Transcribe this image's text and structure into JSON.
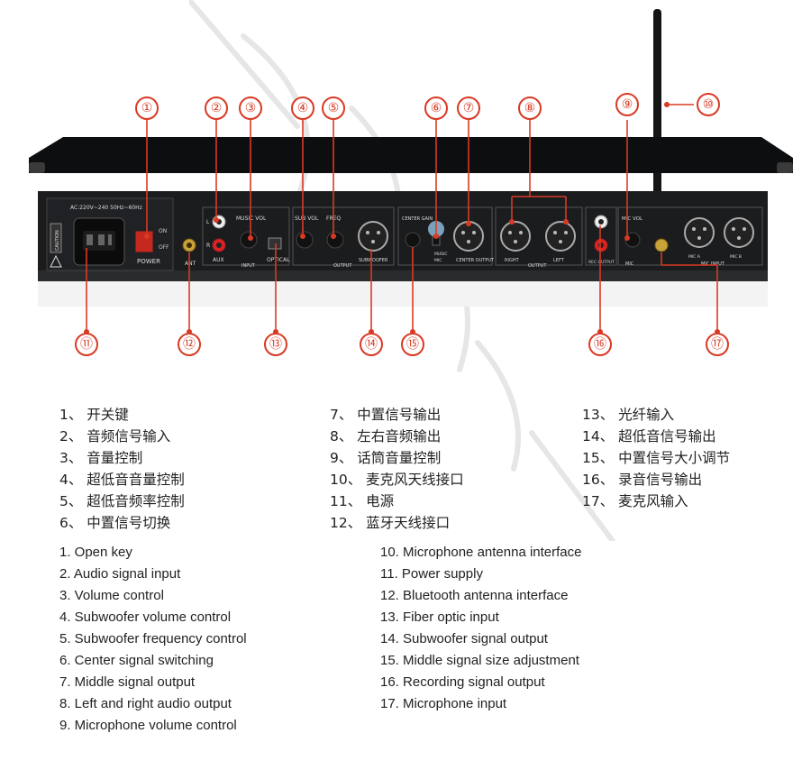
{
  "device": {
    "panel_labels": {
      "power_rating": "AC:220V~240 50Hz~60Hz",
      "caution": "CAUTION",
      "power": "POWER",
      "on": "ON",
      "off": "OFF",
      "ant": "ANT",
      "music_vol": "MUSIC VOL",
      "aux": "AUX",
      "input": "INPUT",
      "optical": "OPTICAL",
      "sub_vol": "SUB VOL",
      "freq": "FREQ",
      "output": "OUTPUT",
      "subwoofer": "SUBWOOFER",
      "center_gain": "CENTER GAIN",
      "music": "MUSIC",
      "mic": "MIC",
      "center_output": "CENTER OUTPUT",
      "right": "RIGHT",
      "left": "LEFT",
      "rec_output": "REC OUTPUT",
      "mic_vol": "MIC VOL",
      "mic_input": "MIC INPUT",
      "mic_a": "MIC A",
      "mic_b": "MIC B",
      "l": "L",
      "r": "R"
    }
  },
  "callouts": [
    "①",
    "②",
    "③",
    "④",
    "⑤",
    "⑥",
    "⑦",
    "⑧",
    "⑨",
    "⑩",
    "⑪",
    "⑫",
    "⑬",
    "⑭",
    "⑮",
    "⑯",
    "⑰"
  ],
  "legend_zh": [
    "1、 开关键",
    "2、 音频信号输入",
    "3、 音量控制",
    "4、 超低音音量控制",
    "5、 超低音频率控制",
    "6、 中置信号切换",
    "7、 中置信号输出",
    "8、 左右音频输出",
    "9、 话筒音量控制",
    "10、 麦克风天线接口",
    "11、 电源",
    "12、 蓝牙天线接口",
    "13、 光纤输入",
    "14、 超低音信号输出",
    "15、 中置信号大小调节",
    "16、 录音信号输出",
    "17、 麦克风输入"
  ],
  "legend_en": [
    "1. Open key",
    "2. Audio signal input",
    "3. Volume control",
    "4. Subwoofer volume control",
    "5. Subwoofer frequency control",
    "6. Center signal switching",
    "7. Middle signal output",
    "8. Left and right audio output",
    "9. Microphone volume control",
    "10. Microphone antenna interface",
    "11. Power supply",
    "12. Bluetooth antenna interface",
    "13. Fiber optic input",
    "14. Subwoofer signal output",
    "15. Middle signal size adjustment",
    "16. Recording signal output",
    "17. Microphone input"
  ],
  "colors": {
    "accent": "#d93a24",
    "panel": "#1b1c1e",
    "chassis": "#101112",
    "text": "#222222"
  }
}
